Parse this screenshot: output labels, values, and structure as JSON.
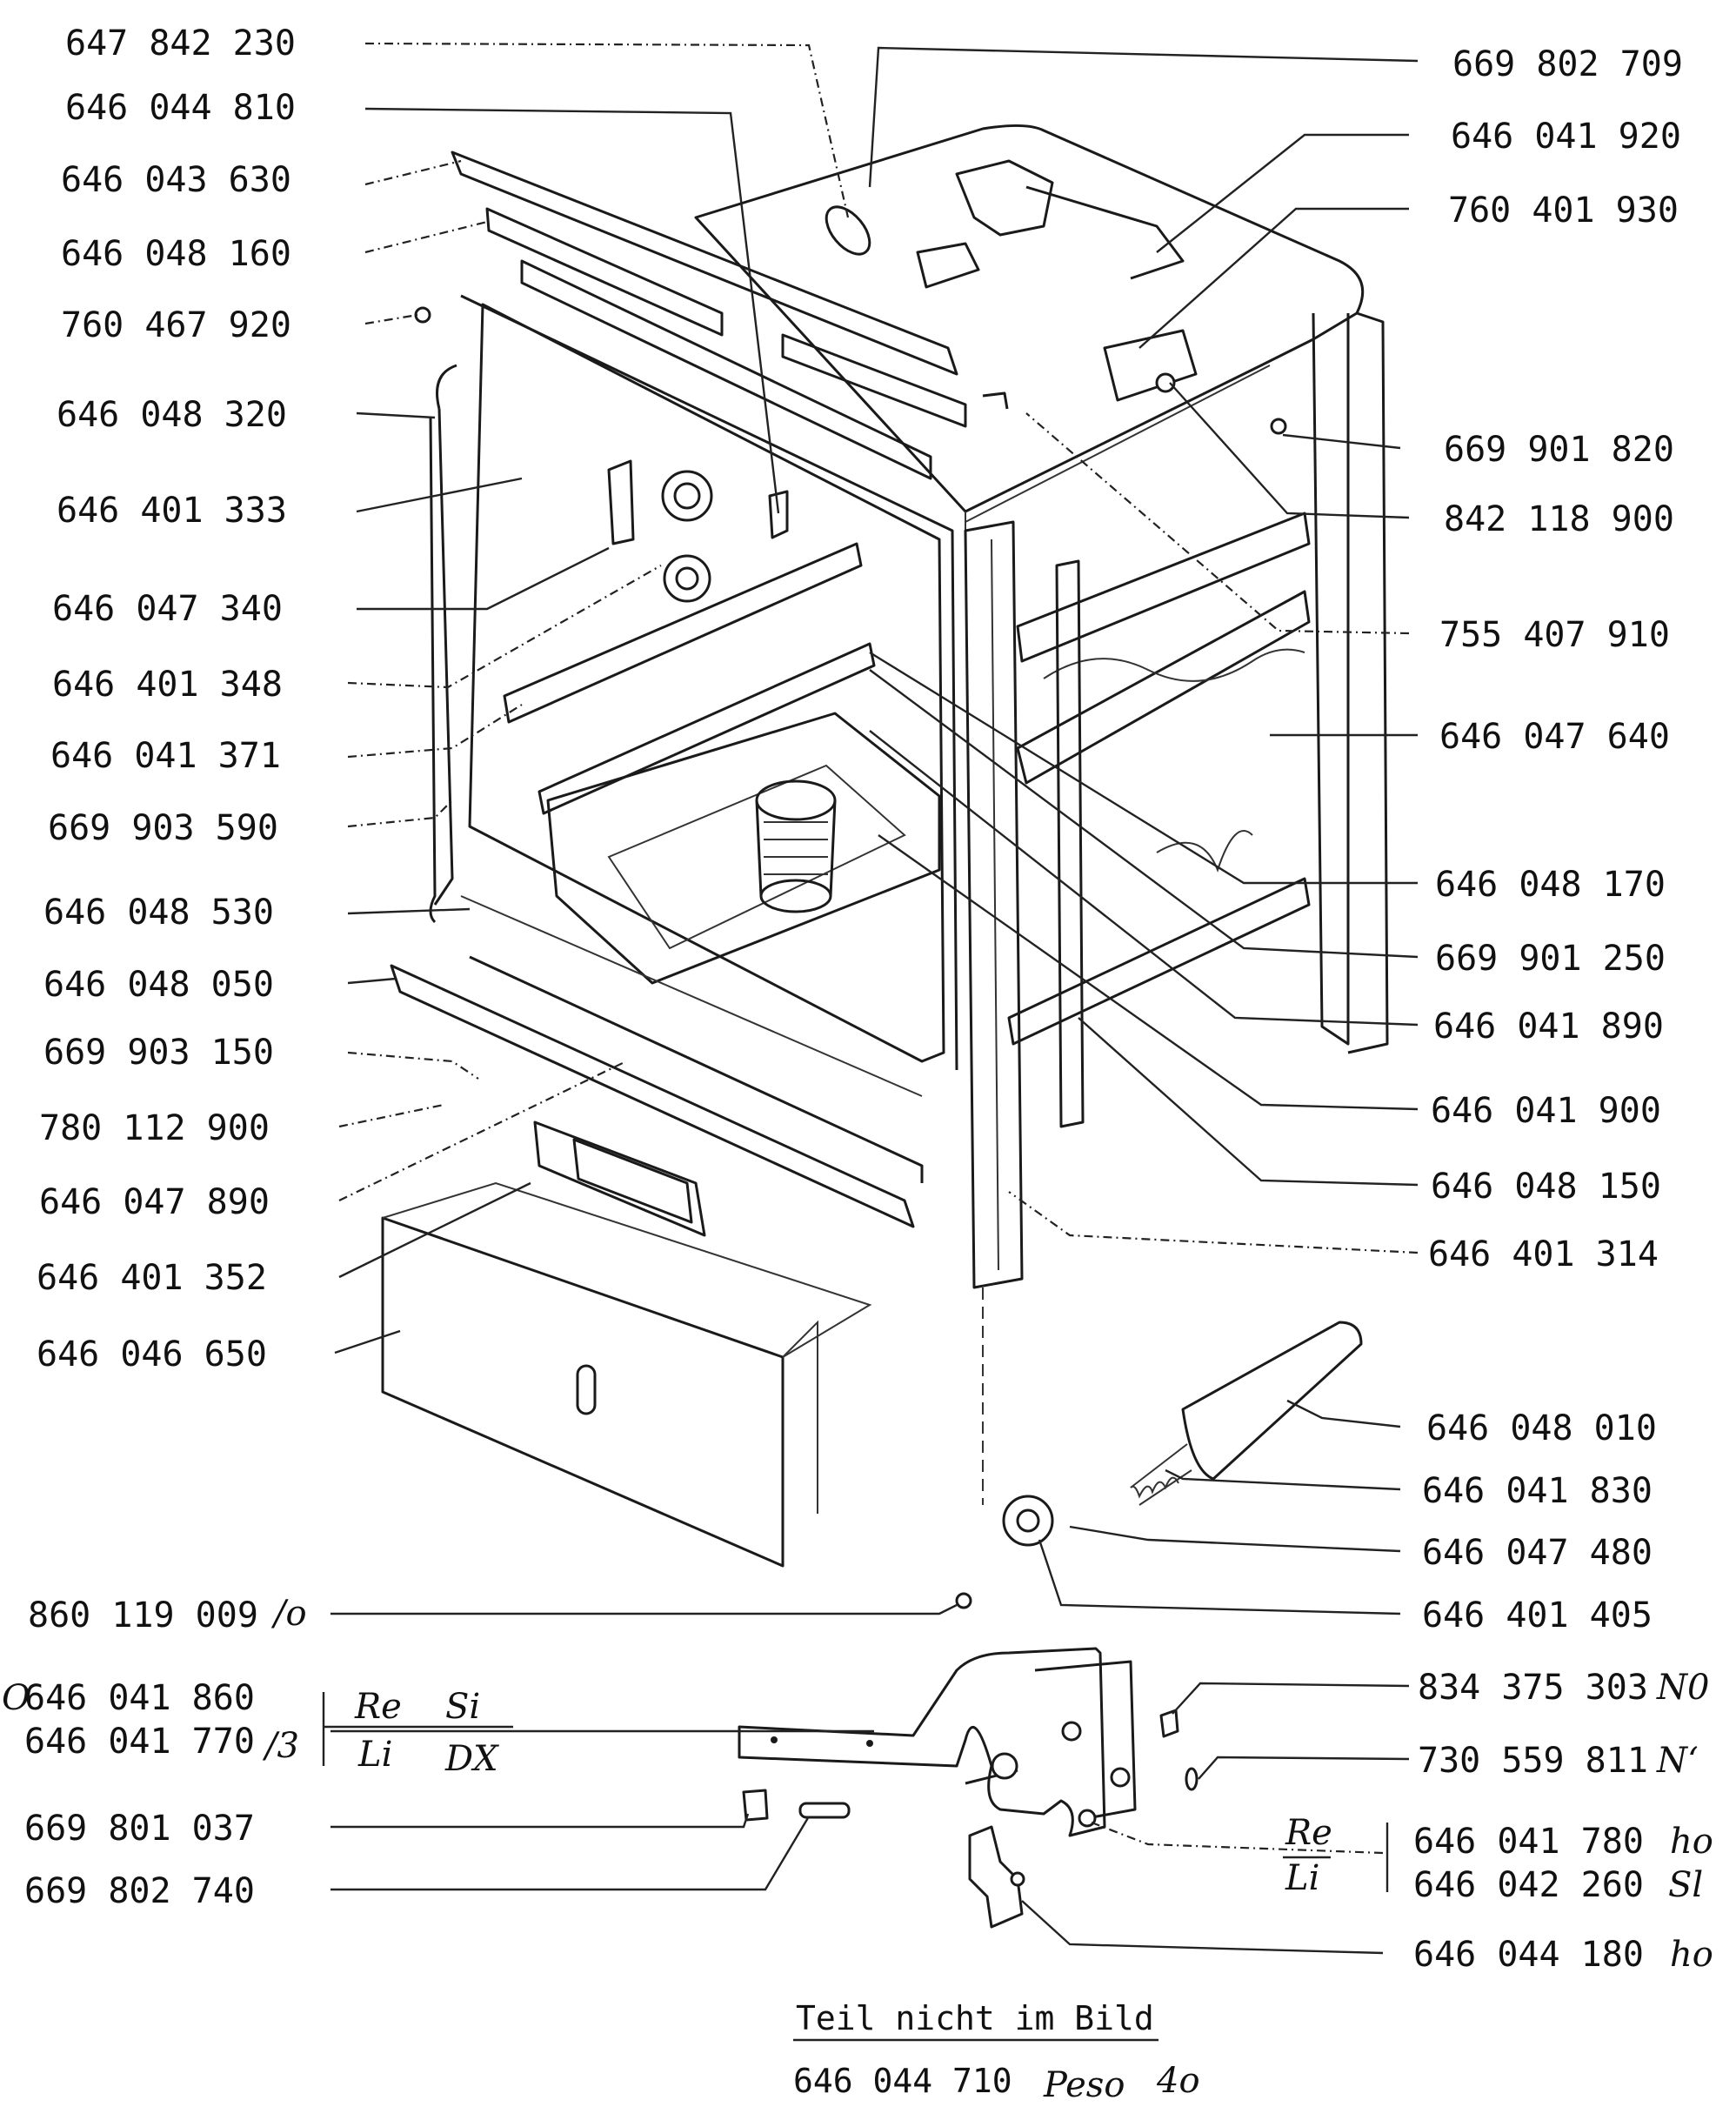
{
  "left_labels": [
    {
      "id": "l1",
      "text": "647 842 230"
    },
    {
      "id": "l2",
      "text": "646 044 810"
    },
    {
      "id": "l3",
      "text": "646 043 630"
    },
    {
      "id": "l4",
      "text": "646 048 160"
    },
    {
      "id": "l5",
      "text": "760 467 920"
    },
    {
      "id": "l6",
      "text": "646 048 320"
    },
    {
      "id": "l7",
      "text": "646 401 333"
    },
    {
      "id": "l8",
      "text": "646 047 340"
    },
    {
      "id": "l9",
      "text": "646 401 348"
    },
    {
      "id": "l10",
      "text": "646 041 371"
    },
    {
      "id": "l11",
      "text": "669 903 590"
    },
    {
      "id": "l12",
      "text": "646 048 530"
    },
    {
      "id": "l13",
      "text": "646 048 050"
    },
    {
      "id": "l14",
      "text": "669 903 150"
    },
    {
      "id": "l15",
      "text": "780 112 900"
    },
    {
      "id": "l16",
      "text": "646 047 890"
    },
    {
      "id": "l17",
      "text": "646 401 352"
    },
    {
      "id": "l18",
      "text": "646 046 650"
    },
    {
      "id": "l19",
      "text": "860 119 009"
    },
    {
      "id": "l20",
      "text": "646 041 860"
    },
    {
      "id": "l21",
      "text": "646 041 770"
    },
    {
      "id": "l22",
      "text": "669 801 037"
    },
    {
      "id": "l23",
      "text": "669 802 740"
    }
  ],
  "right_labels": [
    {
      "id": "r1",
      "text": "669 802 709"
    },
    {
      "id": "r2",
      "text": "646 041 920"
    },
    {
      "id": "r3",
      "text": "760 401 930"
    },
    {
      "id": "r4",
      "text": "669 901 820"
    },
    {
      "id": "r5",
      "text": "842 118 900"
    },
    {
      "id": "r6",
      "text": "755 407 910"
    },
    {
      "id": "r7",
      "text": "646 047 640"
    },
    {
      "id": "r8",
      "text": "646 048 170"
    },
    {
      "id": "r9",
      "text": "669 901 250"
    },
    {
      "id": "r10",
      "text": "646 041 890"
    },
    {
      "id": "r11",
      "text": "646 041 900"
    },
    {
      "id": "r12",
      "text": "646 048 150"
    },
    {
      "id": "r13",
      "text": "646 401 314"
    },
    {
      "id": "r14",
      "text": "646 048 010"
    },
    {
      "id": "r15",
      "text": "646 041 830"
    },
    {
      "id": "r16",
      "text": "646 047 480"
    },
    {
      "id": "r17",
      "text": "646 401 405"
    },
    {
      "id": "r18",
      "text": "834 375 303"
    },
    {
      "id": "r19",
      "text": "730 559 811"
    },
    {
      "id": "r20",
      "text": "646 041 780"
    },
    {
      "id": "r21",
      "text": "646 042 260"
    },
    {
      "id": "r22",
      "text": "646 044 180"
    }
  ],
  "handwritten": {
    "h19": "/o",
    "h20": "O",
    "h21": "/3",
    "h18": "N0",
    "h19r": "Nʻ",
    "h20r": "ho",
    "h21r": "Sl",
    "h22r": "ho"
  },
  "side_marks": {
    "left_top_1": "Re",
    "left_top_2": "Si",
    "left_bottom_1": "Li",
    "left_bottom_2": "DX",
    "right_top": "Re",
    "right_bottom": "Li"
  },
  "note": {
    "title": "Teil nicht im Bild",
    "part_number": "646 044 710",
    "weight_label": "Peso",
    "weight_value": "4o"
  }
}
